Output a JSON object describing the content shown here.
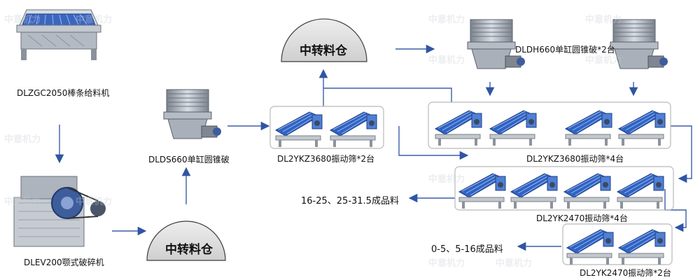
{
  "machines": {
    "feeder": "DLZGC2050棒条给料机",
    "jaw_crusher": "DLEV200颚式破碎机",
    "cone_single": "DLDS660单缸圆锥破",
    "cone_double": "DLDH660单缸圆锥破*2台",
    "screen_a": "DL2YKZ3680振动筛*2台",
    "screen_b": "DL2YKZ3680振动筛*4台",
    "screen_c": "DL2YK2470振动筛*4台",
    "screen_d": "DL2YK2470振动筛*2台"
  },
  "bins": {
    "left": "中转料仓",
    "top": "中转料仓"
  },
  "products": {
    "coarse": "16-25、25-31.5成品料",
    "fine": "0-5、5-16成品料"
  },
  "watermark": "中意机力",
  "colors": {
    "arrow": "#2f55a4",
    "line": "#3d5ea8",
    "dome": "#d9d9d9",
    "dome_stroke": "#3c3c3c",
    "frame": "#b9b9b9",
    "screen_blue": "#2f63c4",
    "machine_grey": "#9ea4ad"
  }
}
